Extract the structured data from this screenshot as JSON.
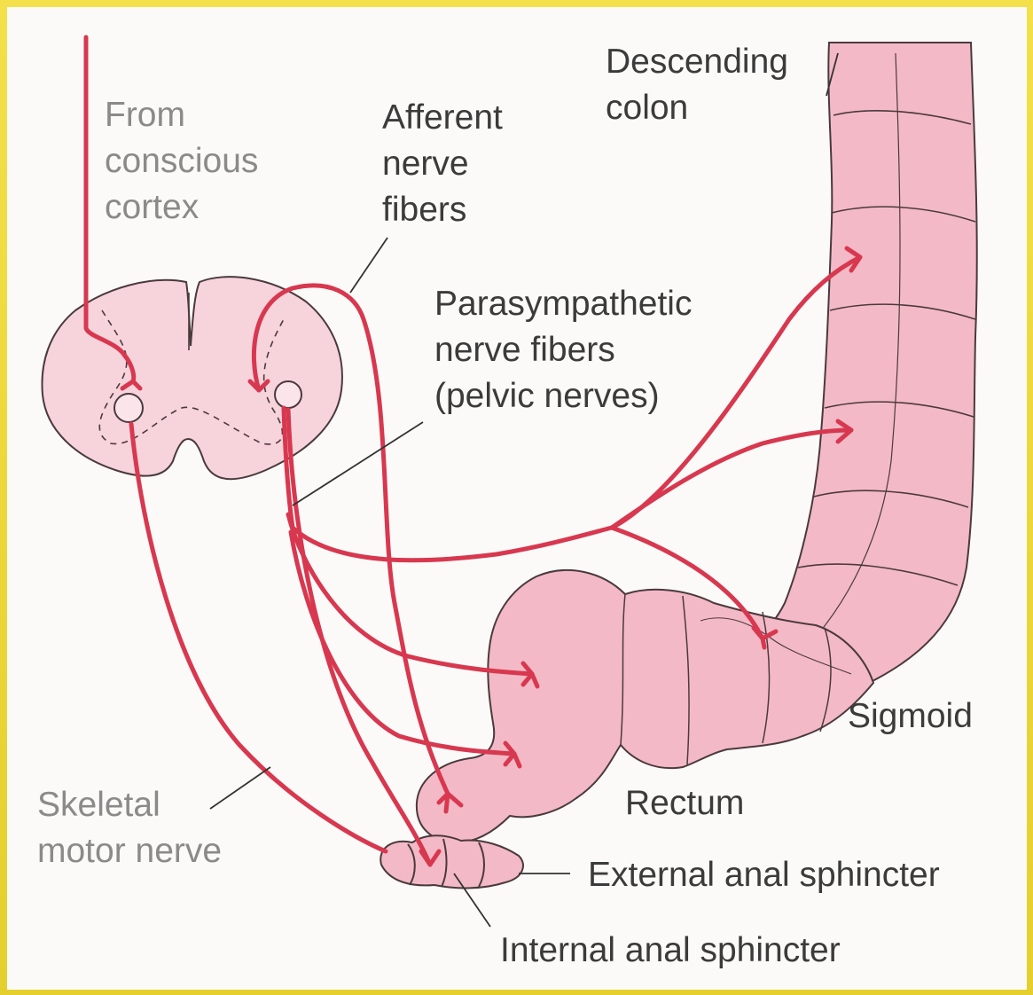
{
  "labels": {
    "conscious_cortex": "From\nconscious\ncortex",
    "afferent": "Afferent\nnerve\nfibers",
    "descending_colon": "Descending\ncolon",
    "parasympathetic": "Parasympathetic\nnerve fibers\n(pelvic nerves)",
    "sigmoid": "Sigmoid",
    "rectum": "Rectum",
    "skeletal_motor": "Skeletal\nmotor nerve",
    "external_sphincter": "External anal sphincter",
    "internal_sphincter": "Internal anal sphincter"
  },
  "colors": {
    "nerve": "#d8384f",
    "tissue": "#f4b9c6",
    "tissue_outline": "#4a3a3d",
    "cord": "#f7d3dc",
    "frame": "#e8d23a"
  }
}
